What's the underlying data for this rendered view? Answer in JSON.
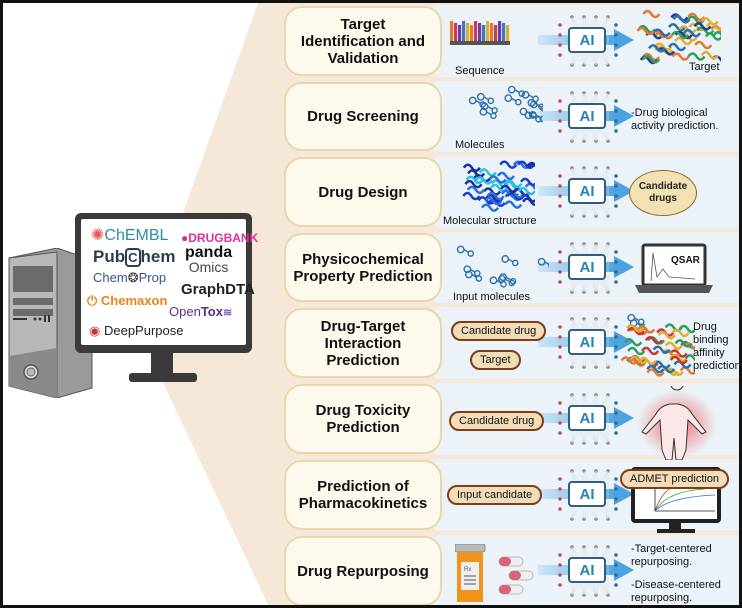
{
  "computer": {
    "tools": [
      {
        "name": "ChEMBL",
        "color": "#2b8fa3",
        "icon": "chembl-icon"
      },
      {
        "name": "DRUGBANK",
        "color": "#e0309a",
        "icon": "drugbank-icon"
      },
      {
        "name_parts": [
          "Pub",
          "C",
          "hem"
        ],
        "color": "#2c3e50",
        "icon": "pubchem-icon"
      },
      {
        "name_line1": "panda",
        "name_line2": "Omics",
        "color": "#111111",
        "icon": "pandaomics-icon"
      },
      {
        "name_parts": [
          "Chem",
          "Prop"
        ],
        "color": "#2d5a88",
        "icon": "chemprop-icon"
      },
      {
        "name": "GraphDTA",
        "color": "#222222"
      },
      {
        "name": "Chemaxon",
        "color": "#e8851c",
        "icon": "chemaxon-icon"
      },
      {
        "name_parts": [
          "Open",
          "Tox"
        ],
        "color": "#5b2f8a",
        "icon": "opentox-icon"
      },
      {
        "name": "DeepPurpose",
        "color": "#222222",
        "icon": "deeppurpose-icon"
      }
    ]
  },
  "rows": [
    {
      "label": "Target Identification and Validation",
      "input_caption": "Sequence",
      "ai": "AI",
      "output_caption": "Target"
    },
    {
      "label": "Drug Screening",
      "input_caption": "Molecules",
      "ai": "AI",
      "output_text": "-Drug biological activity prediction."
    },
    {
      "label": "Drug Design",
      "input_caption": "Molecular structure",
      "ai": "AI",
      "output_ellipse": "Candidate drugs"
    },
    {
      "label": "Physicochemical Property Prediction",
      "input_caption": "Input molecules",
      "ai": "AI",
      "output_screen": "QSAR"
    },
    {
      "label": "Drug-Target Interaction Prediction",
      "input_pills": [
        "Candidate drug",
        "Target"
      ],
      "ai": "AI",
      "output_text": "Drug binding affinity prediction"
    },
    {
      "label": "Drug Toxicity Prediction",
      "input_pills": [
        "Candidate drug"
      ],
      "ai": "AI"
    },
    {
      "label": "Prediction of Pharmacokinetics",
      "input_pills": [
        "Input candidate"
      ],
      "ai": "AI",
      "output_pill": "ADMET prediction"
    },
    {
      "label": "Drug Repurposing",
      "ai": "AI",
      "output_text_1": "-Target-centered repurposing.",
      "output_text_2": "-Disease-centered repurposing."
    }
  ],
  "colors": {
    "wedge": "#f5e8d8",
    "panel": "#ecf3f8",
    "label_fill": "#fdf9ec",
    "label_border": "#e7d7ad",
    "ai_text": "#2a7fb8",
    "arrow": "#4aa3e0",
    "pill_fill": "#f3ddb8",
    "pill_border": "#7a3e1d"
  }
}
